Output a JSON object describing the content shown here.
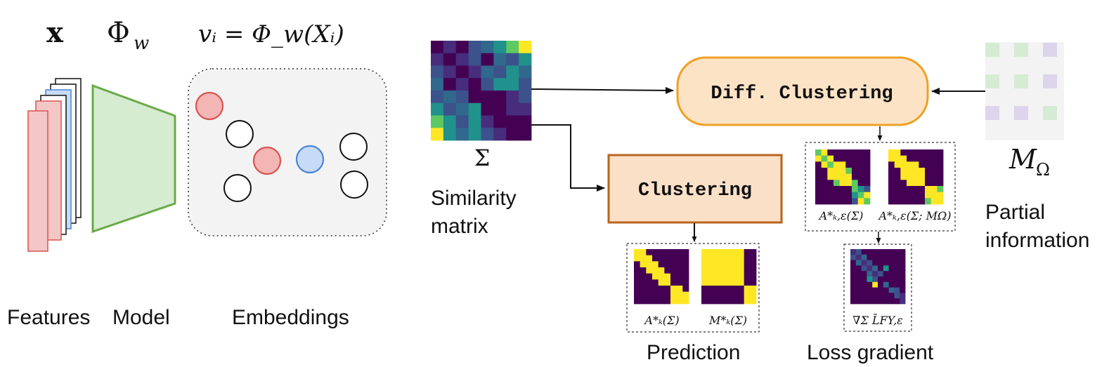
{
  "header": {
    "features_symbol": "x",
    "model_symbol": "Φ",
    "model_sub": "w",
    "embedding_eq": "vᵢ = Φ_w(Xᵢ)"
  },
  "labels": {
    "features": "Features",
    "model": "Model",
    "embeddings": "Embeddings",
    "sigma": "Σ",
    "similarity_line1": "Similarity",
    "similarity_line2": "matrix",
    "diff_clustering": "Diff. Clustering",
    "clustering": "Clustering",
    "m_omega": "M",
    "m_omega_sub": "Ω",
    "partial_line1": "Partial",
    "partial_line2": "information",
    "prediction": "Prediction",
    "loss_gradient": "Loss gradient"
  },
  "captions": {
    "a_k_eps_sigma": "A*ₖ,ε(Σ)",
    "a_k_eps_sigma_m": "A*ₖ,ε(Σ; MΩ)",
    "a_k_sigma": "A*ₖ(Σ)",
    "m_k_sigma": "M*ₖ(Σ)",
    "grad_loss": "∇Σ L̄FY,ε"
  },
  "colors": {
    "feature_red": "#f4c7c7",
    "feature_red_border": "#d9534f",
    "feature_blue": "#c6dbf5",
    "feature_blue_border": "#4a86d8",
    "model_fill": "#d5ecd0",
    "model_stroke": "#6aaa4a",
    "diff_box_fill": "#fde3c5",
    "diff_box_stroke": "#f0a024",
    "cluster_box_fill": "#fbe0c8",
    "cluster_box_stroke": "#b8641c",
    "viridis_dark": "#440154",
    "viridis_yellow": "#fde725",
    "viridis_green": "#5ec962",
    "viridis_teal": "#21918c",
    "viridis_blue": "#3b528b"
  }
}
